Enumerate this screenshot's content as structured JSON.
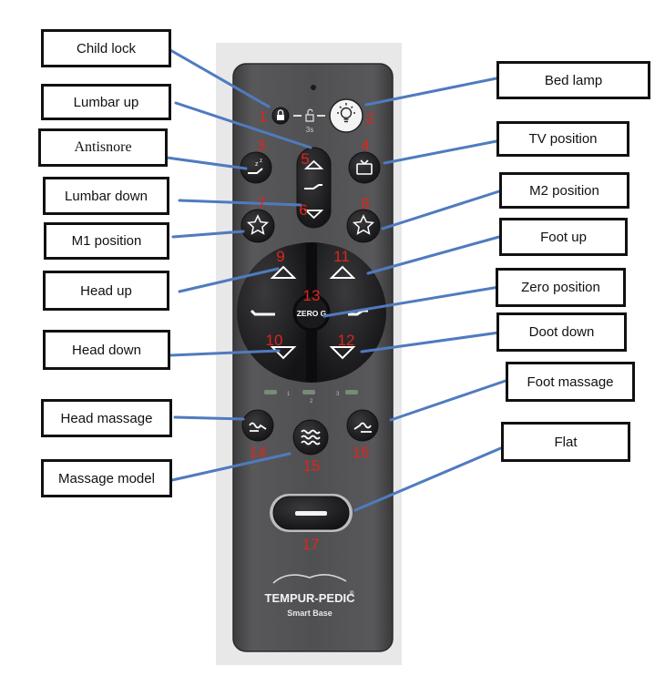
{
  "labels": {
    "child_lock": "Child lock",
    "bed_lamp": "Bed lamp",
    "lumbar_up": "Lumbar up",
    "antisnore": "Antisnore",
    "tv_position": "TV position",
    "lumbar_down": "Lumbar down",
    "m2_position": "M2 position",
    "m1_position": "M1 position",
    "foot_up": "Foot up",
    "head_up": "Head up",
    "zero_position": "Zero position",
    "head_down": "Head down",
    "doot_down": "Doot down",
    "foot_massage": "Foot massage",
    "head_massage": "Head massage",
    "flat": "Flat",
    "massage_model": "Massage model"
  },
  "numbers": {
    "n1": "1",
    "n2": "2",
    "n3": "3",
    "n4": "4",
    "n5": "5",
    "n6": "6",
    "n7": "7",
    "n8": "8",
    "n9": "9",
    "n10": "10",
    "n11": "11",
    "n12": "12",
    "n13": "13",
    "n14": "14",
    "n15": "15",
    "n16": "16",
    "n17": "17"
  },
  "remote": {
    "brand": "TEMPUR-PEDIC",
    "brand_mark": "®",
    "model": "Smart Base",
    "zero_g": "ZERO G",
    "hold_time": "3s",
    "led_1": "1",
    "led_2": "2",
    "led_3": "3"
  },
  "colors": {
    "remote_body": "#4a4a4c",
    "button": "#1d1d1f",
    "number": "#e0241b",
    "connector": "#4f7bbf"
  }
}
